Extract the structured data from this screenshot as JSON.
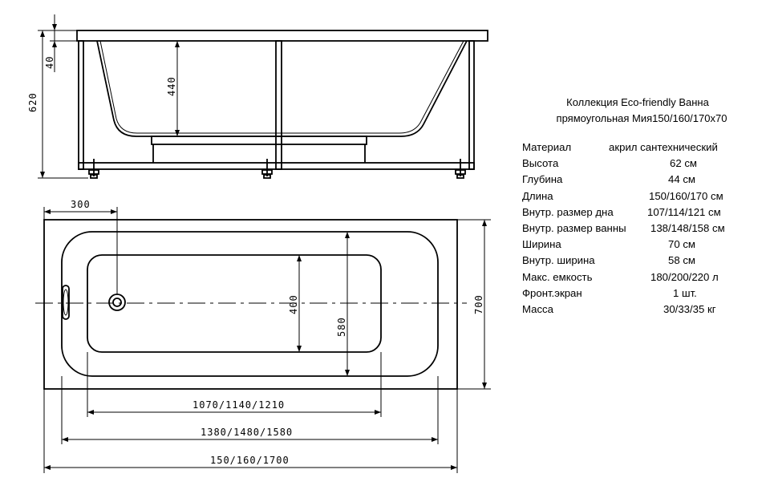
{
  "title": {
    "line1": "Коллекция  Eco-friendly  Ванна",
    "line2": "прямоугольная  Мия150/160/170х70"
  },
  "specs": [
    {
      "label": "Материал",
      "value": "акрил сантехнический"
    },
    {
      "label": "Высота",
      "value": "62 см"
    },
    {
      "label": "Глубина",
      "value": "44 см"
    },
    {
      "label": "Длина",
      "value": "150/160/170 см"
    },
    {
      "label": "Внутр. размер дна",
      "value": "107/114/121 см"
    },
    {
      "label": "Внутр. размер ванны",
      "value": "138/148/158 см"
    },
    {
      "label": "Ширина",
      "value": "70 см"
    },
    {
      "label": "Внутр. ширина",
      "value": "58 см"
    },
    {
      "label": "Макс. емкость",
      "value": "180/200/220 л"
    },
    {
      "label": "Фронт.экран",
      "value": "1 шт."
    },
    {
      "label": "Масса",
      "value": "30/33/35 кг"
    }
  ],
  "dimensions": {
    "rim_height": "40",
    "total_height": "620",
    "inner_depth": "440",
    "drain_offset": "300",
    "bottom_width": "400",
    "inner_width": "580",
    "total_width": "700",
    "bottom_length": "1070/1140/1210",
    "inner_length": "1380/1480/1580",
    "total_length": "150/160/1700"
  }
}
